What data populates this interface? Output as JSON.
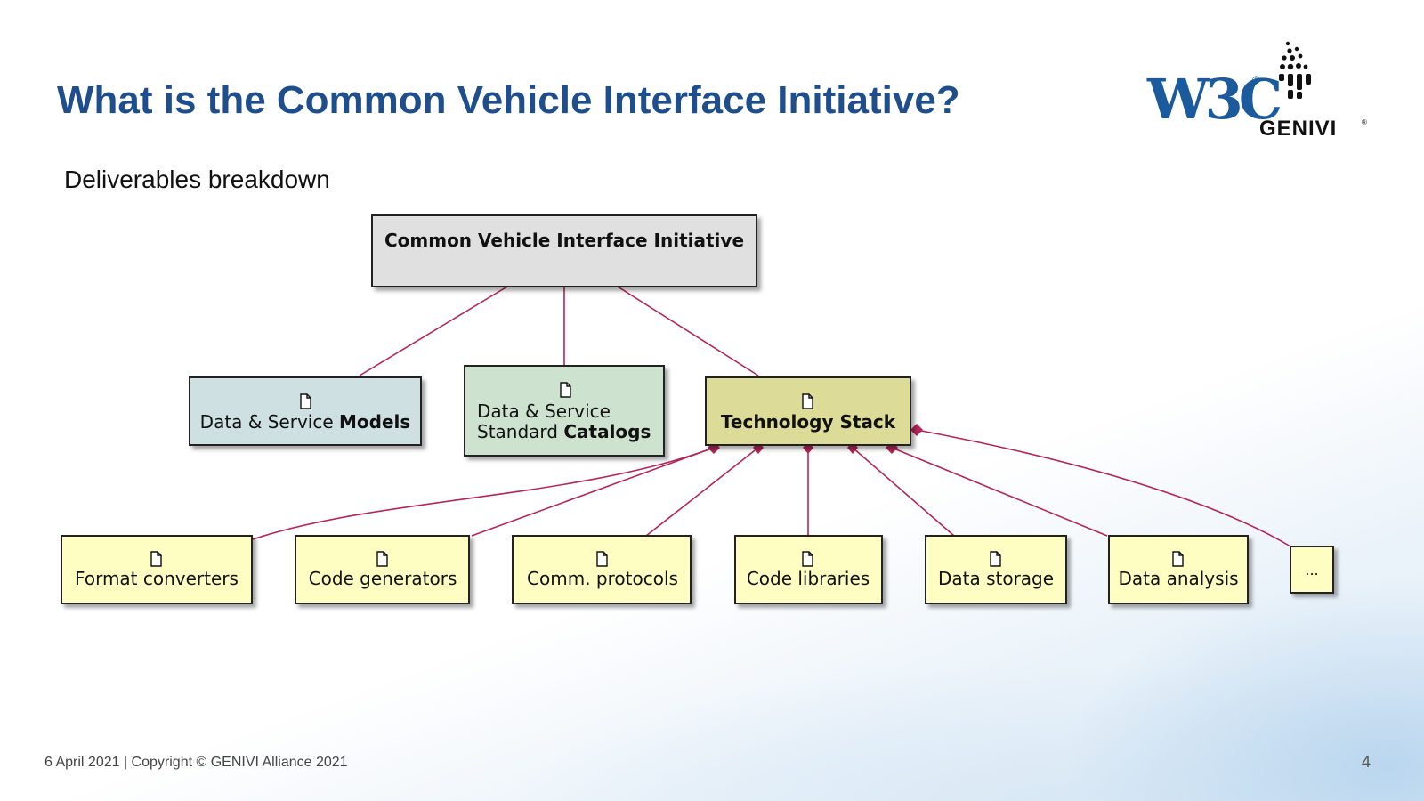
{
  "slide": {
    "title": "What is the Common Vehicle Interface Initiative?",
    "subtitle": "Deliverables breakdown",
    "footer": "6 April 2021 | Copyright © GENIVI Alliance 2021",
    "page_number": "4"
  },
  "logos": {
    "w3c": "W3C",
    "w3c_registered": "®",
    "genivi": "GENIVI",
    "genivi_registered": "®"
  },
  "diagram": {
    "root": {
      "label": "Common Vehicle Interface Initiative"
    },
    "level1": [
      {
        "label_regular": "Data & Service ",
        "label_bold": "Models",
        "color": "#cfe0e3"
      },
      {
        "line1": "Data & Service",
        "line2_regular": "Standard ",
        "line2_bold": "Catalogs",
        "color": "#cde3d0"
      },
      {
        "label_bold": "Technology Stack",
        "color": "#dcdc98"
      }
    ],
    "level2": [
      {
        "label": "Format converters"
      },
      {
        "label": "Code generators"
      },
      {
        "label": "Comm. protocols"
      },
      {
        "label": "Code libraries"
      },
      {
        "label": "Data storage"
      },
      {
        "label": "Data analysis"
      },
      {
        "label": "..."
      }
    ],
    "colors": {
      "root_fill": "#e0e0e0",
      "leaf_fill": "#fefec2",
      "connector": "#b5245a",
      "border": "#222222"
    }
  }
}
